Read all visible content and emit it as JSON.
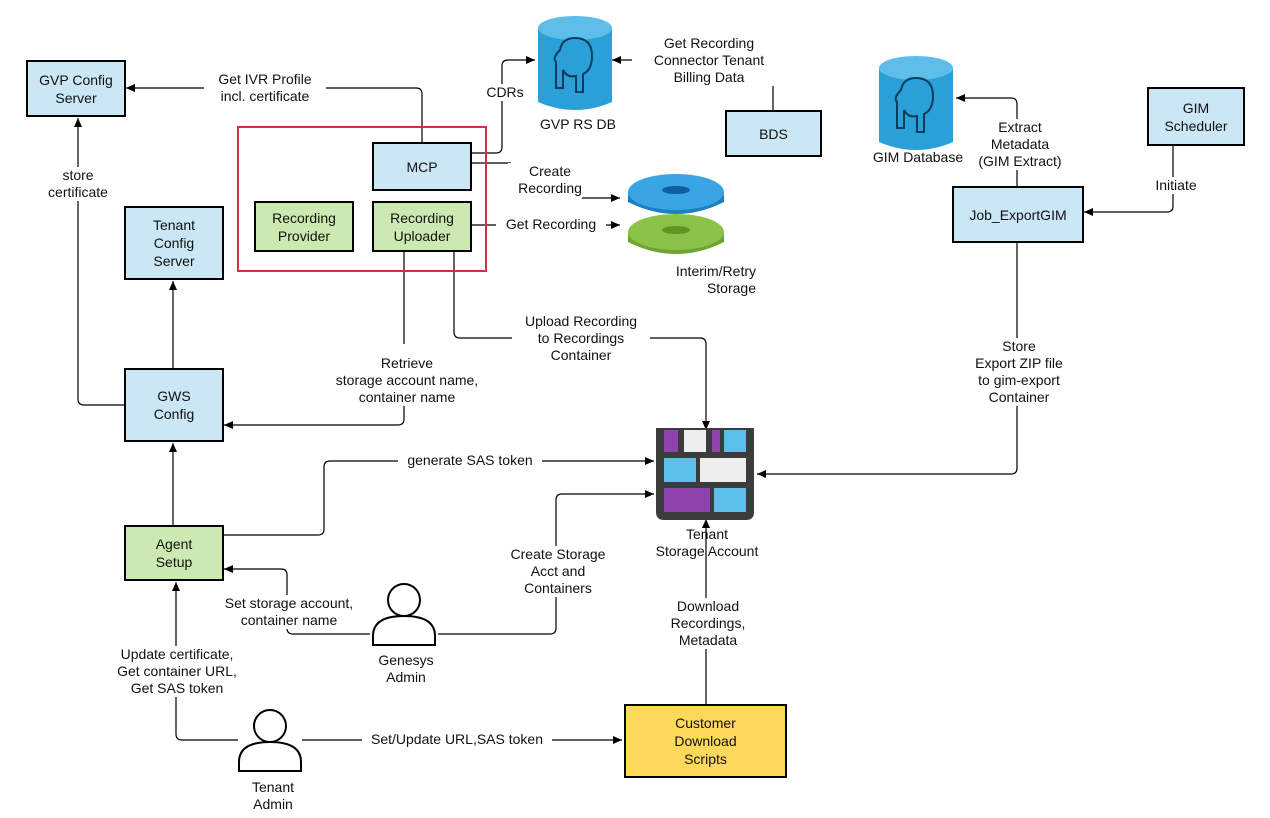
{
  "nodes": {
    "gvp_config_server": "GVP Config\nServer",
    "tenant_config_server": "Tenant\nConfig\nServer",
    "gws_config": "GWS\nConfig",
    "agent_setup": "Agent\nSetup",
    "mcp": "MCP",
    "recording_provider": "Recording\nProvider",
    "recording_uploader": "Recording\nUploader",
    "bds": "BDS",
    "gim_scheduler": "GIM\nScheduler",
    "job_export_gim": "Job_ExportGIM",
    "customer_download_scripts": "Customer\nDownload\nScripts"
  },
  "databases": {
    "gvp_rs_db": "GVP RS DB",
    "gim_database": "GIM Database"
  },
  "storage": {
    "interim_retry": "Interim/Retry\nStorage",
    "tenant_storage_account": "Tenant\nStorage Account"
  },
  "actors": {
    "genesys_admin": "Genesys\nAdmin",
    "tenant_admin": "Tenant\nAdmin"
  },
  "edges": {
    "get_ivr_profile": "Get IVR Profile\nincl. certificate",
    "store_certificate": "store\ncertificate",
    "cdrs": "CDRs",
    "get_recording_connector": "Get Recording\nConnector Tenant\nBilling Data",
    "create_recording": "Create\nRecording",
    "get_recording": "Get Recording",
    "extract_metadata": "Extract\nMetadata\n(GIM Extract)",
    "initiate": "Initiate",
    "upload_recording": "Upload Recording\nto Recordings\nContainer",
    "retrieve_storage": "Retrieve\nstorage account name,\ncontainer name",
    "store_export_zip": "Store\nExport ZIP file\nto gim-export\nContainer",
    "generate_sas": "generate SAS token",
    "create_storage_acct": "Create Storage\nAcct and\nContainers",
    "set_storage_account": "Set storage account,\ncontainer name",
    "download_recordings": "Download\nRecordings,\nMetadata",
    "update_certificate": "Update certificate,\nGet container URL,\nGet SAS token",
    "set_update_url": "Set/Update URL,SAS token"
  },
  "colors": {
    "blue_fill": "#cbe6f5",
    "green_fill": "#cde9b2",
    "yellow_fill": "#fcd95a",
    "red_frame": "#c8353f",
    "db_blue": "#2a9fd8",
    "storage_purple": "#8e44ad",
    "storage_lightblue": "#5bc0eb",
    "disk_blue": "#1e90d6",
    "disk_green": "#8bc34a"
  },
  "icons": [
    "postgresql-elephant-icon",
    "storage-disk-icon",
    "azure-storage-account-icon",
    "person-icon"
  ]
}
